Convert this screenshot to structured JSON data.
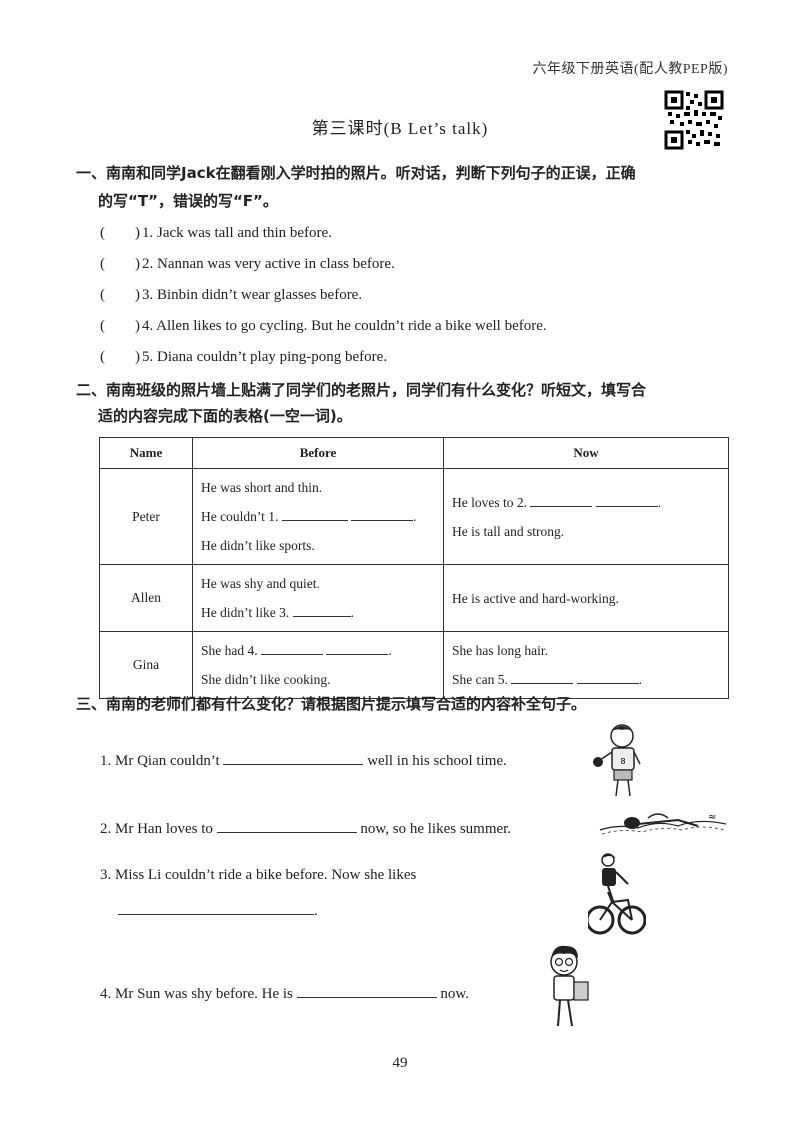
{
  "header": {
    "book_title": "六年级下册英语(配人教PEP版)"
  },
  "lesson_title": "第三课时(B Let’s talk)",
  "section1": {
    "instruction_line1": "一、南南和同学Jack在翻看刚入学时拍的照片。听对话，判断下列句子的正误，正确",
    "instruction_line2": "的写“T”，错误的写“F”。",
    "items": [
      {
        "paren": "(　　)",
        "text": "1. Jack was tall and thin before."
      },
      {
        "paren": "(　　)",
        "text": "2. Nannan was very active in class before."
      },
      {
        "paren": "(　　)",
        "text": "3. Binbin didn’t wear glasses before."
      },
      {
        "paren": "(　　)",
        "text": "4. Allen likes to go cycling. But he couldn’t ride a bike well before."
      },
      {
        "paren": "(　　)",
        "text": "5. Diana couldn’t play ping-pong before."
      }
    ]
  },
  "section2": {
    "instruction_line1": "二、南南班级的照片墙上贴满了同学们的老照片，同学们有什么变化？听短文，填写合",
    "instruction_line2": "适的内容完成下面的表格(一空一词)。",
    "headers": {
      "name": "Name",
      "before": "Before",
      "now": "Now"
    },
    "rows": [
      {
        "name": "Peter",
        "before": [
          "He was short and thin.",
          "He couldn’t 1.",
          "He didn’t like sports."
        ],
        "now": [
          "He loves to 2.",
          "He is tall and strong."
        ]
      },
      {
        "name": "Allen",
        "before": [
          "He was shy and quiet.",
          "He didn’t like 3."
        ],
        "now": [
          "He is active and hard-working."
        ]
      },
      {
        "name": "Gina",
        "before": [
          "She had 4.",
          "She didn’t like cooking."
        ],
        "now": [
          "She has long hair.",
          "She can 5."
        ]
      }
    ]
  },
  "section3": {
    "instruction": "三、南南的老师们都有什么变化？请根据图片提示填写合适的内容补全句子。",
    "q1_before": "1. Mr Qian couldn’t",
    "q1_after": "well in his school time.",
    "q2_before": "2. Mr Han loves to",
    "q2_after": "now, so he likes summer.",
    "q3_line1": "3. Miss Li couldn’t ride a bike before. Now she likes",
    "q3_end": ".",
    "q4_before": "4. Mr Sun was shy before. He is",
    "q4_after": "now."
  },
  "page_number": "49"
}
